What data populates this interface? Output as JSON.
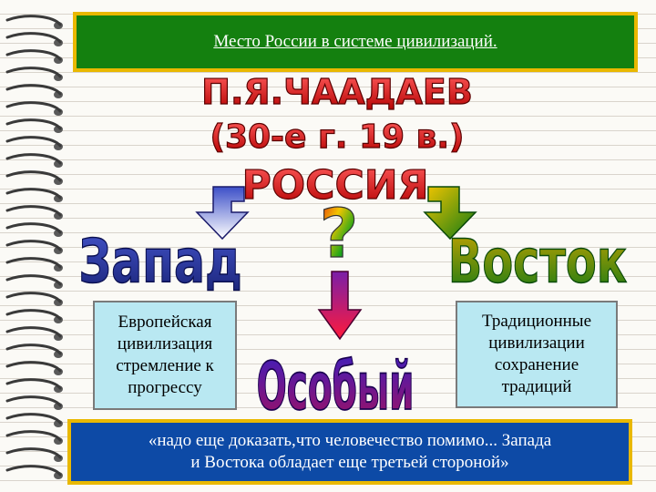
{
  "slide": {
    "title": "Место России в системе цивилизаций.",
    "author": "П.Я.ЧААДАЕВ",
    "period": "(30-е г. 19 в.)",
    "center_word": "РОССИЯ",
    "question_mark": "?",
    "west_label": "Запад",
    "east_label": "Восток",
    "special_label": "Особый",
    "west_box": [
      "Европейская",
      "цивилизация",
      "стремление к",
      "прогрессу"
    ],
    "east_box": [
      "Традиционные",
      "цивилизации",
      "сохранение",
      "традиций"
    ],
    "quote_lines": [
      "«надо еще доказать,что человечество помимо... Запада",
      "и Востока обладает еще третьей стороной»"
    ]
  },
  "colors": {
    "title_frame": "#e9b800",
    "title_fill": "#14800f",
    "heading_red": "#e01515",
    "west_blue": "#2233aa",
    "east_green": "#1f8a1f",
    "special_violet": "#3a0fa0",
    "box_fill": "#b9e8f2",
    "quote_fill": "#0d4aa6"
  }
}
